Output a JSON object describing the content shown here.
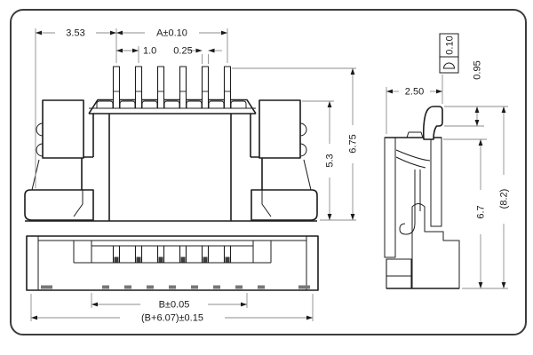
{
  "drawing": {
    "front_view": {
      "offset_left": "3.53",
      "pin_span": "A±0.10",
      "pin_pitch": "1.0",
      "pin_width": "0.25",
      "height_total": "6.75",
      "height_body": "5.3"
    },
    "bottom_view": {
      "width_b": "B±0.05",
      "width_total": "(B+6.07)±0.15"
    },
    "side_view": {
      "depth": "2.50",
      "tip_drop": "0.95",
      "height_body": "6.7",
      "height_total": "(8.2)",
      "tolerance_frame": {
        "value": "0.10",
        "symbol_icon": "profile-of-a-surface-icon"
      }
    },
    "colors": {
      "line": "#1c1c1c",
      "dimension_line": "#8c8c8c",
      "text": "#1a1a1a",
      "frame": "#3c3c3c",
      "background": "#ffffff"
    }
  }
}
